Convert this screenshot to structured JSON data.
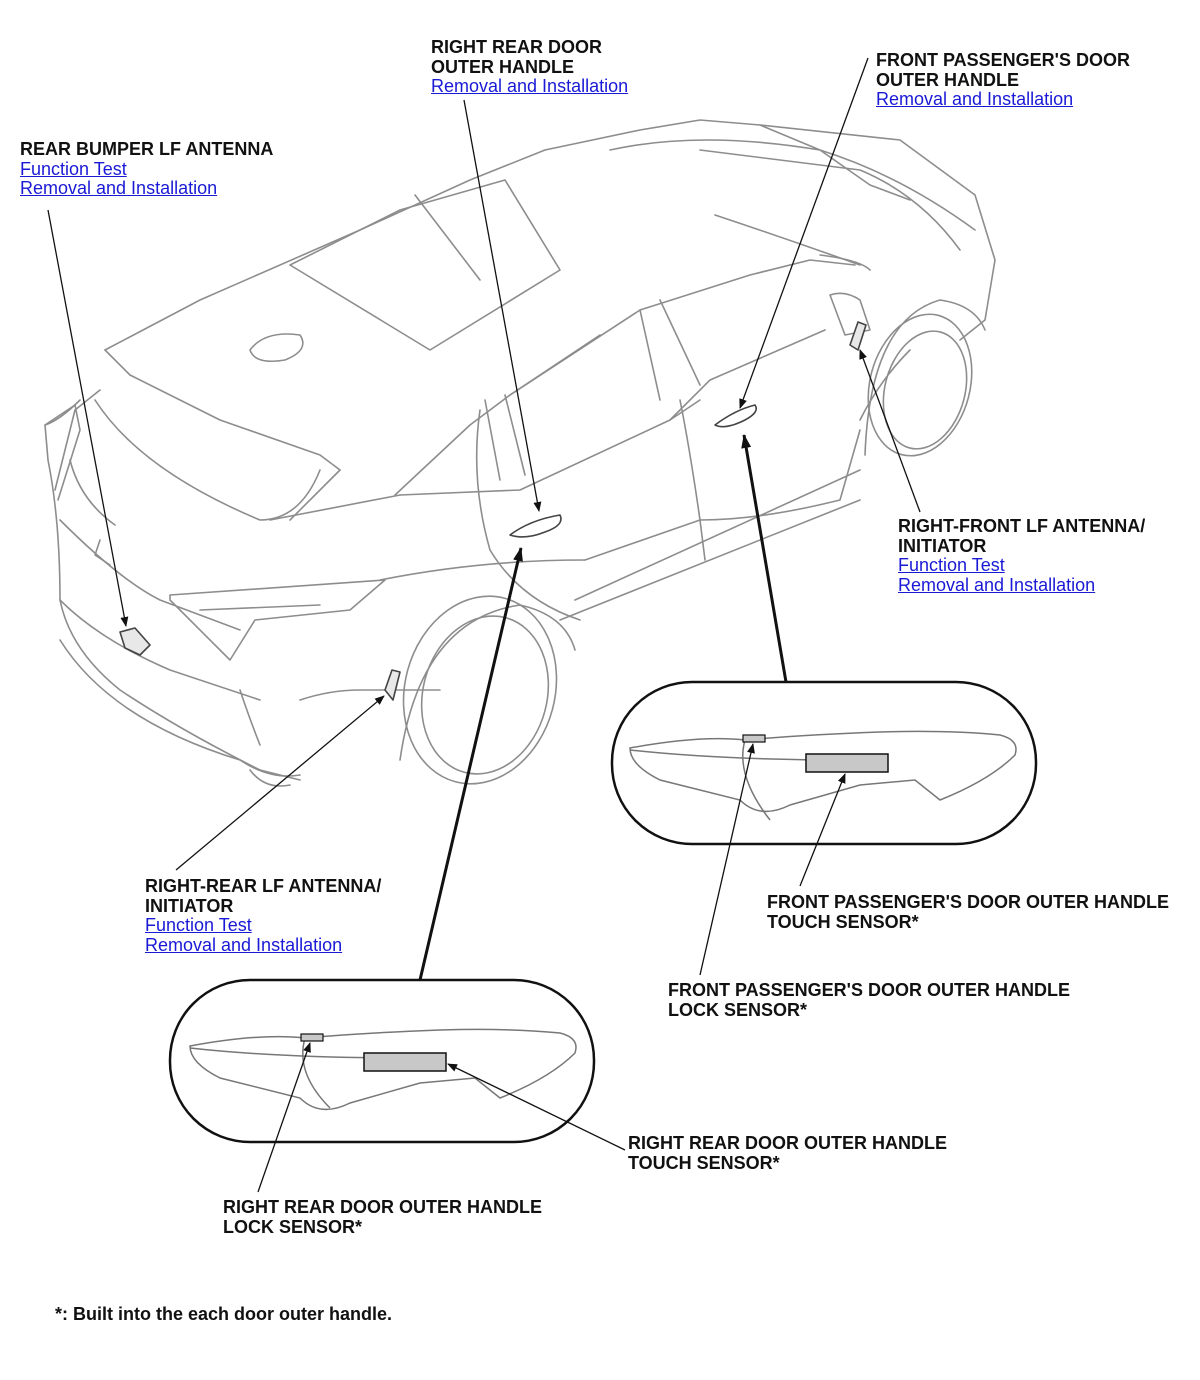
{
  "callouts": {
    "rear_bumper_lf_antenna": {
      "title": "REAR BUMPER LF ANTENNA",
      "link1": "Function Test",
      "link2": "Removal and Installation"
    },
    "right_rear_door_outer_handle": {
      "title1": "RIGHT REAR DOOR",
      "title2": "OUTER HANDLE",
      "link1": "Removal and Installation"
    },
    "front_passenger_door_outer_handle": {
      "title1": "FRONT PASSENGER'S DOOR",
      "title2": "OUTER HANDLE",
      "link1": "Removal and Installation"
    },
    "right_front_lf_antenna": {
      "title1": "RIGHT-FRONT LF ANTENNA/",
      "title2": "INITIATOR",
      "link1": "Function Test",
      "link2": "Removal and Installation"
    },
    "right_rear_lf_antenna": {
      "title1": "RIGHT-REAR LF ANTENNA/",
      "title2": "INITIATOR",
      "link1": "Function Test",
      "link2": "Removal and Installation"
    },
    "front_passenger_touch_sensor": {
      "title1": "FRONT PASSENGER'S DOOR OUTER HANDLE",
      "title2": "TOUCH SENSOR*"
    },
    "front_passenger_lock_sensor": {
      "title1": "FRONT PASSENGER'S DOOR OUTER HANDLE",
      "title2": "LOCK SENSOR*"
    },
    "right_rear_touch_sensor": {
      "title1": "RIGHT REAR DOOR OUTER HANDLE",
      "title2": "TOUCH SENSOR*"
    },
    "right_rear_lock_sensor": {
      "title1": "RIGHT REAR DOOR OUTER HANDLE",
      "title2": "LOCK SENSOR*"
    }
  },
  "footnote": "*: Built into the each door outer handle.",
  "colors": {
    "link": "#1a1ad6",
    "line": "#111111",
    "body_line": "#9a9a9a",
    "sensor_fill": "#c8c8c8"
  }
}
